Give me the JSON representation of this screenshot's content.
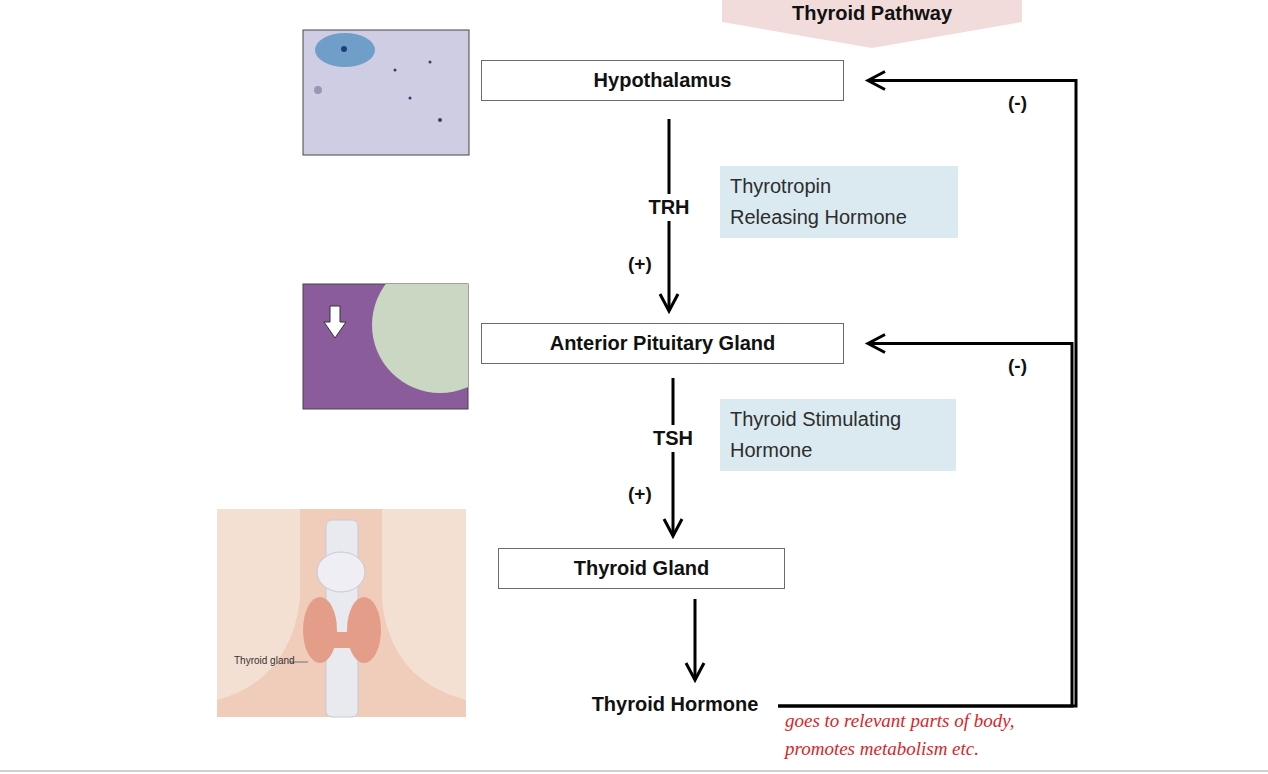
{
  "diagram": {
    "title": "Thyroid Pathway",
    "nodes": [
      {
        "text": [
          "Hypothalamus"
        ]
      },
      {
        "text": [
          "Thyrotropin Releasing Hormone"
        ]
      },
      {
        "text": [
          "Anterior Pituitary Gland"
        ]
      },
      {
        "text": [
          "Thyroid Stimulating Hormone"
        ]
      },
      {
        "text": [
          "Thyroid Gland"
        ]
      },
      {
        "text": [
          "Thyroid Hormone"
        ]
      }
    ],
    "edges": [
      {
        "from": 0,
        "to": 2,
        "arrow": "to",
        "label": "TRH"
      },
      {
        "from": 2,
        "to": 4,
        "arrow": "to",
        "label": "TSH"
      },
      {
        "from": 4,
        "to": 5,
        "arrow": "to"
      },
      {
        "from": 5,
        "to": 0,
        "arrow": "to"
      },
      {
        "from": 5,
        "to": 2,
        "arrow": "to"
      }
    ],
    "labels": [
      "(-)",
      "(+)",
      "(-)",
      "(+)",
      "Thyroid gland",
      "goes to relevant parts of body, promotes metabolism etc."
    ]
  }
}
